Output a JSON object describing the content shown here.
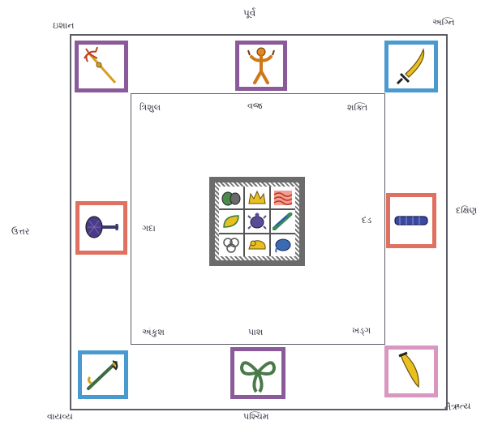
{
  "directions": {
    "east": "પૂર્વ",
    "northeast": "ઇશાન",
    "southeast": "અગ્નિ",
    "north": "ઉત્તર",
    "south": "દક્ષિણ",
    "northwest": "વાયવ્ય",
    "west": "પશ્ચિમ",
    "southwest": "નૈઋત્ય"
  },
  "weapons": {
    "trishul": "ત્રિશુલ",
    "vajra": "વજ્ર",
    "shakti": "શક્તિ",
    "gada": "ગદા",
    "dand": "દંડ",
    "ankush": "અંકુશ",
    "pash": "પાશ",
    "khadga": "ખડ્ગ"
  },
  "colors": {
    "purple_frame": "#8a5a9a",
    "blue_frame": "#4a9ad0",
    "red_frame": "#e07060",
    "pink_frame": "#d896c0",
    "outline": "#5c5c66",
    "gold": "#d4a020",
    "indigo": "#3a3a8a"
  },
  "icons": {
    "top_left": "trident-icon",
    "top_center": "deity-figure-icon",
    "top_right": "sword-icon",
    "middle_left": "mace-icon",
    "middle_right": "staff-icon",
    "bottom_left": "goad-icon",
    "bottom_center": "noose-icon",
    "bottom_right": "khadga-blade-icon",
    "center": "navagraha-grid-icon"
  }
}
